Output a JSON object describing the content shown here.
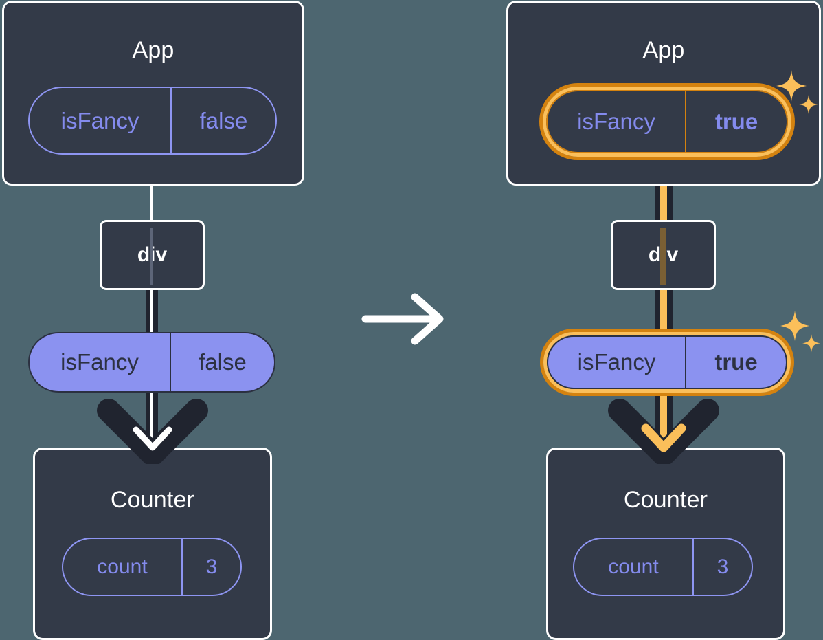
{
  "diagram": {
    "title": "React state propagation: isFancy false to true",
    "background_color": "#4d6670",
    "node_fill": "#333a48",
    "accent_purple": "#8b92f0",
    "accent_orange_dark": "#d4820f",
    "accent_orange_light": "#fbbf5a",
    "transition_icon": "arrow-right-icon"
  },
  "before": {
    "app": {
      "title": "App",
      "state": {
        "key": "isFancy",
        "value": "false",
        "highlighted": false
      }
    },
    "div": {
      "label": "div"
    },
    "prop": {
      "key": "isFancy",
      "value": "false",
      "highlighted": false
    },
    "counter": {
      "title": "Counter",
      "state": {
        "key": "count",
        "value": "3"
      }
    }
  },
  "after": {
    "app": {
      "title": "App",
      "state": {
        "key": "isFancy",
        "value": "true",
        "highlighted": true
      }
    },
    "div": {
      "label": "div"
    },
    "prop": {
      "key": "isFancy",
      "value": "true",
      "highlighted": true
    },
    "counter": {
      "title": "Counter",
      "state": {
        "key": "count",
        "value": "3"
      }
    },
    "sparkles": [
      "sparkle-icon",
      "sparkle-icon"
    ]
  }
}
